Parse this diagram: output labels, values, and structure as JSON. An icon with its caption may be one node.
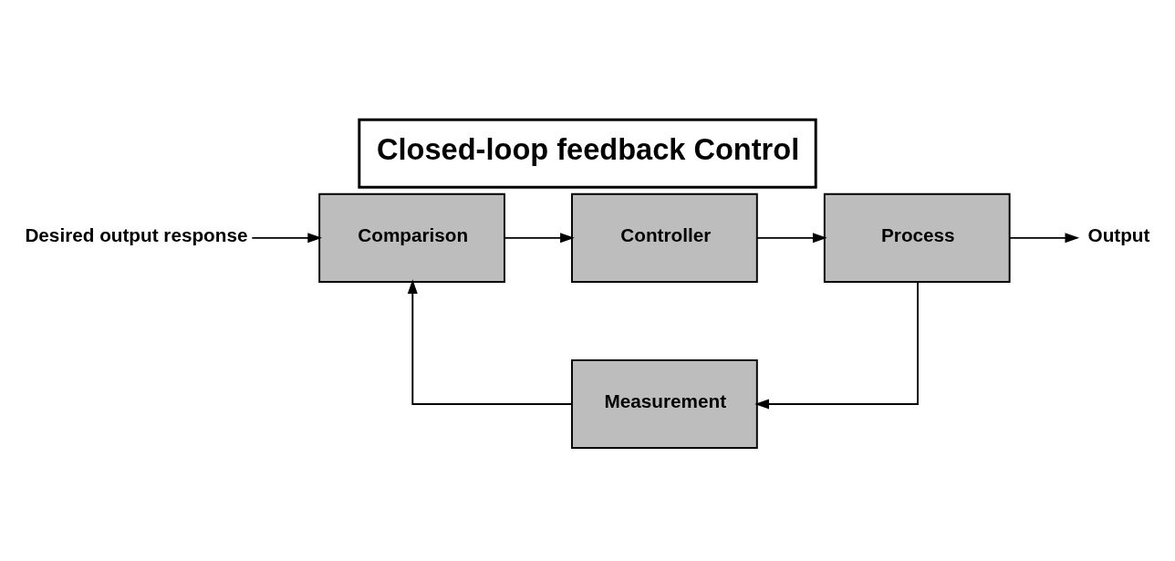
{
  "diagram": {
    "title": "Closed-loop feedback Control",
    "nodes": [
      {
        "text": [
          "Desired output response"
        ]
      },
      {
        "text": [
          "Comparison"
        ]
      },
      {
        "text": [
          "Controller"
        ]
      },
      {
        "text": [
          "Process"
        ]
      },
      {
        "text": [
          "Output"
        ]
      },
      {
        "text": [
          "Measurement"
        ]
      }
    ],
    "edges": [
      {
        "from": 0,
        "to": 1,
        "arrow": "to"
      },
      {
        "from": 1,
        "to": 2,
        "arrow": "to"
      },
      {
        "from": 2,
        "to": 3,
        "arrow": "to"
      },
      {
        "from": 3,
        "to": 4,
        "arrow": "to"
      },
      {
        "from": 3,
        "to": 5,
        "arrow": "to"
      },
      {
        "from": 5,
        "to": 1,
        "arrow": "to"
      }
    ]
  }
}
